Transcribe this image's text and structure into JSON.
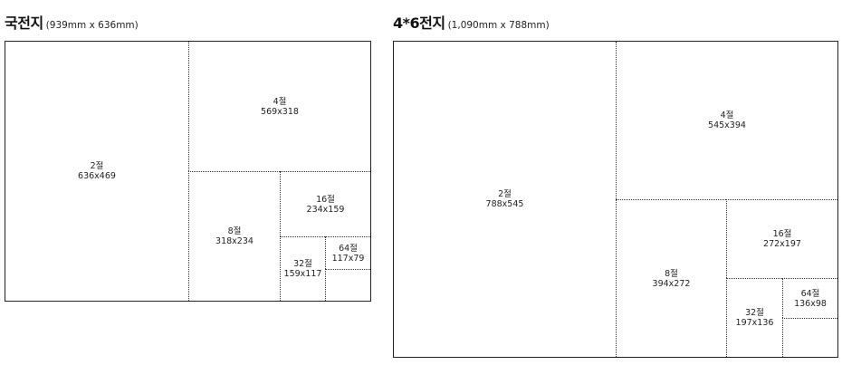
{
  "left": {
    "title": "국전지",
    "size": "(939mm x 636mm)",
    "cuts": {
      "c2": {
        "name": "2절",
        "dims": "636x469"
      },
      "c4": {
        "name": "4절",
        "dims": "569x318"
      },
      "c8": {
        "name": "8절",
        "dims": "318x234"
      },
      "c16": {
        "name": "16절",
        "dims": "234x159"
      },
      "c32": {
        "name": "32절",
        "dims": "159x117"
      },
      "c64": {
        "name": "64절",
        "dims": "117x79"
      }
    }
  },
  "right": {
    "title": "4*6전지",
    "size": "(1,090mm x 788mm)",
    "cuts": {
      "c2": {
        "name": "2절",
        "dims": "788x545"
      },
      "c4": {
        "name": "4절",
        "dims": "545x394"
      },
      "c8": {
        "name": "8절",
        "dims": "394x272"
      },
      "c16": {
        "name": "16절",
        "dims": "272x197"
      },
      "c32": {
        "name": "32절",
        "dims": "197x136"
      },
      "c64": {
        "name": "64절",
        "dims": "136x98"
      }
    }
  }
}
